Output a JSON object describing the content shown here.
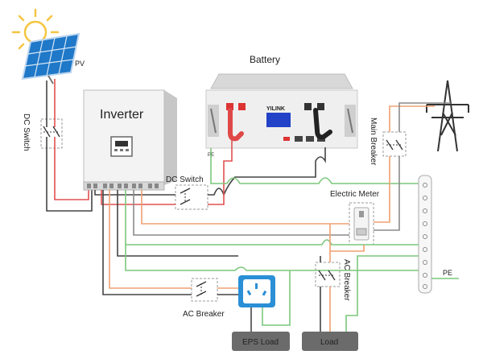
{
  "labels": {
    "pv": "PV",
    "battery": "Battery",
    "inverter": "Inverter",
    "battery_brand": "YILINK",
    "dc_switch_left": "DC Switch",
    "dc_switch_mid": "DC Switch",
    "main_breaker": "Main Breaker",
    "electric_meter": "Electric Meter",
    "ac_breaker_bottom": "AC Breaker",
    "ac_breaker_right": "AC Breaker",
    "pe_battery": "PE",
    "pe_bus": "PE",
    "eps_load": "EPS Load",
    "load": "Load"
  },
  "colors": {
    "dc_positive": "#e05050",
    "dc_negative": "#444444",
    "ac_live": "#f0a070",
    "earth": "#7cc77c",
    "neutral": "#8a8a8a",
    "load_box": "#6b6b6b",
    "socket": "#2b8fd6"
  },
  "icons": [
    "sun-icon",
    "solar-panel-icon",
    "transmission-tower-icon",
    "power-socket-icon"
  ]
}
